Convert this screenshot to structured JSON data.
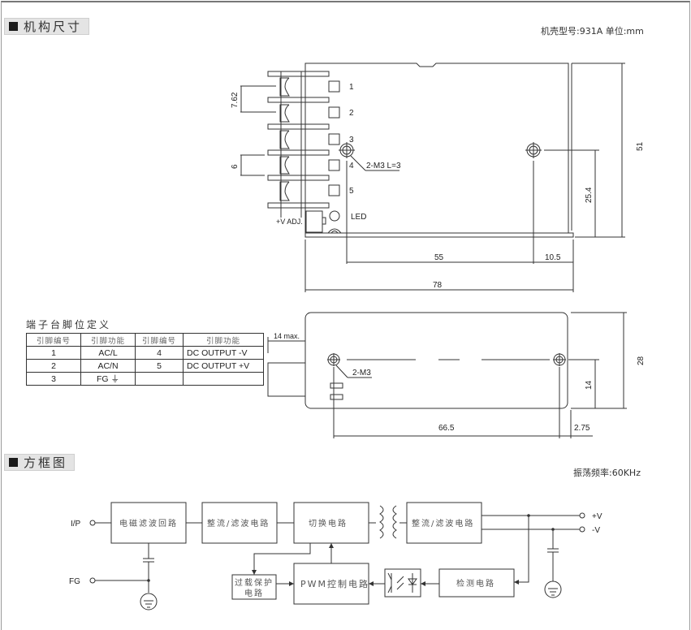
{
  "mechanical": {
    "header": "机构尺寸",
    "case_info": "机壳型号:931A 单位:mm",
    "pins": [
      "1",
      "2",
      "3",
      "4",
      "5"
    ],
    "labels": {
      "pitch": "7.62",
      "gap": "6",
      "screw_top": "2-M3 L=3",
      "vadj": "+V ADJ.",
      "led": "LED",
      "dim_55": "55",
      "dim_10_5": "10.5",
      "dim_78": "78",
      "dim_51": "51",
      "dim_25_4": "25.4",
      "dim_14max": "14 max.",
      "screw_side": "2-M3",
      "dim_66_5": "66.5",
      "dim_2_75": "2.75",
      "dim_28": "28",
      "dim_14": "14"
    }
  },
  "pin_table": {
    "title": "端子台脚位定义",
    "headers": [
      "引脚编号",
      "引脚功能",
      "引脚编号",
      "引脚功能"
    ],
    "rows": [
      [
        "1",
        "AC/L",
        "4",
        "DC OUTPUT -V"
      ],
      [
        "2",
        "AC/N",
        "5",
        "DC OUTPUT +V"
      ],
      [
        "3",
        "FG ⏚",
        "",
        ""
      ]
    ]
  },
  "block_diagram": {
    "header": "方框图",
    "frequency": "振荡频率:60KHz",
    "blocks": {
      "emi": "电磁滤波回路",
      "rect1": "整流/滤波电路",
      "switch": "切换电路",
      "rect2": "整流/滤波电路",
      "olp1": "过载保护",
      "olp2": "电路",
      "pwm": "PWM控制电路",
      "detect": "检测电路"
    },
    "terminals": {
      "ip": "I/P",
      "fg": "FG",
      "vplus": "+V",
      "vminus": "-V"
    }
  }
}
